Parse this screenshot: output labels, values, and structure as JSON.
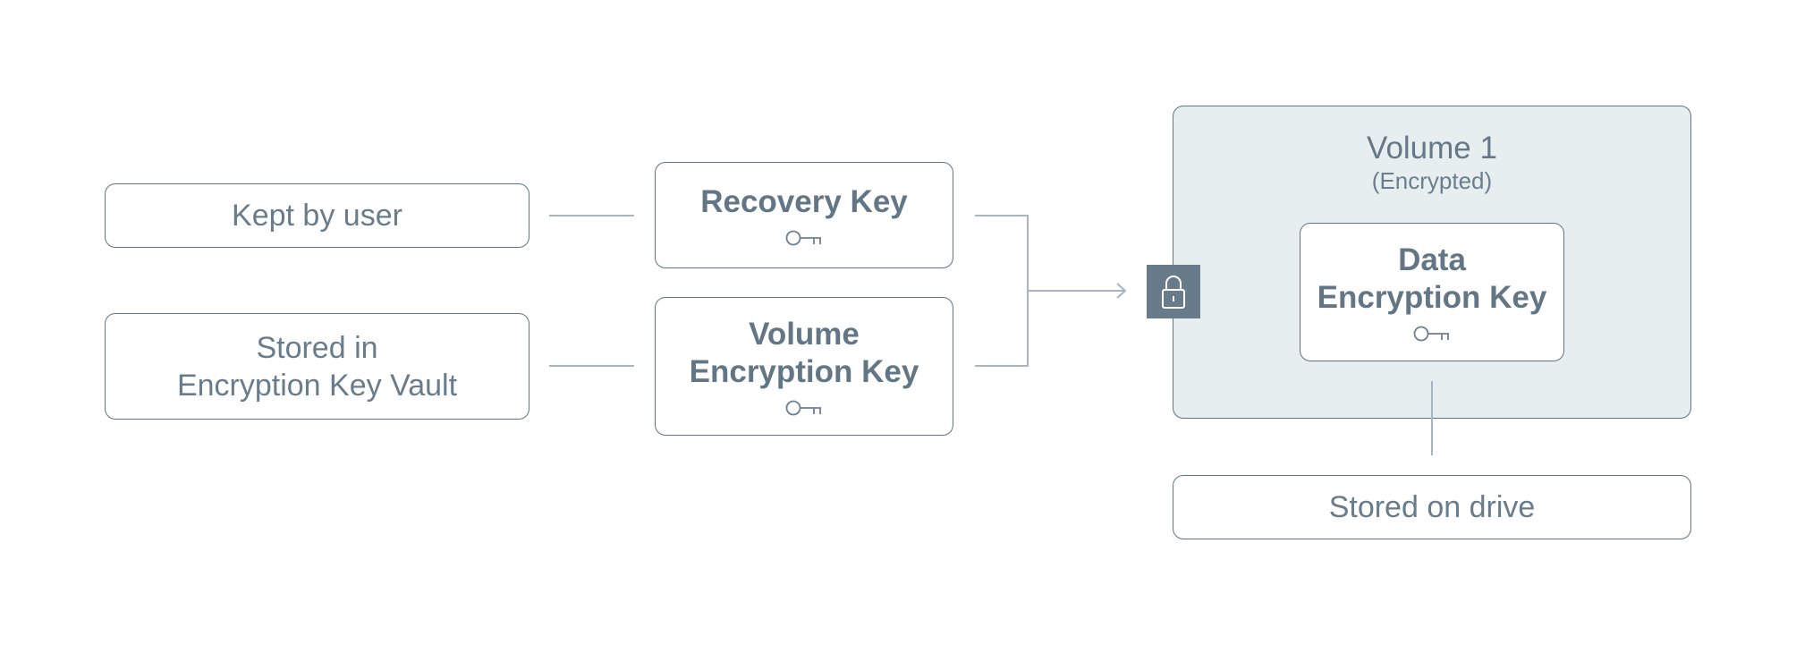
{
  "diagram": {
    "left": {
      "user_label": "Kept by user",
      "vault_line1": "Stored in",
      "vault_line2": "Encryption Key Vault"
    },
    "keys": {
      "recovery_key": "Recovery Key",
      "volume_key_line1": "Volume",
      "volume_key_line2": "Encryption Key"
    },
    "volume": {
      "title": "Volume 1",
      "subtitle": "(Encrypted)",
      "data_key_line1": "Data",
      "data_key_line2": "Encryption Key"
    },
    "drive_label": "Stored on drive",
    "icons": {
      "key": "key-icon",
      "lock": "padlock-icon"
    },
    "colors": {
      "border": "#5f7484",
      "text": "#667a89",
      "connector": "#a6b5c0",
      "volume_fill": "#e7eef0",
      "lock_fill": "#677b8a"
    }
  }
}
